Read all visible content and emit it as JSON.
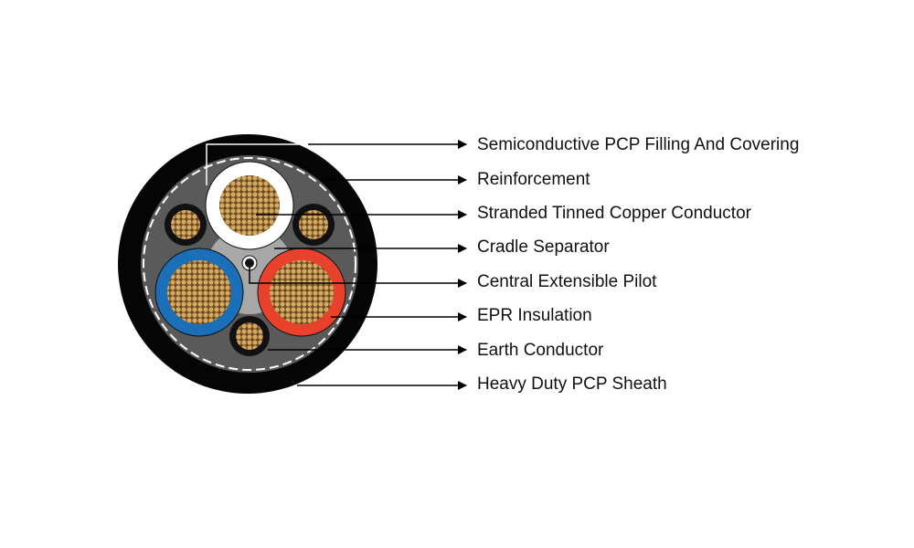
{
  "title": "Cable cross-section",
  "labels": [
    "Semiconductive PCP Filling And Covering",
    "Reinforcement",
    "Stranded Tinned Copper Conductor",
    "Cradle Separator",
    "Central Extensible Pilot",
    "EPR Insulation",
    "Earth Conductor",
    "Heavy Duty PCP Sheath"
  ],
  "colors": {
    "sheath": "#050505",
    "filling": "#5a5a5a",
    "cradle": "#a8a8a8",
    "copper": "#c89a55",
    "phase_white": "#ffffff",
    "phase_blue": "#1b6fb8",
    "phase_red": "#e8412c"
  }
}
